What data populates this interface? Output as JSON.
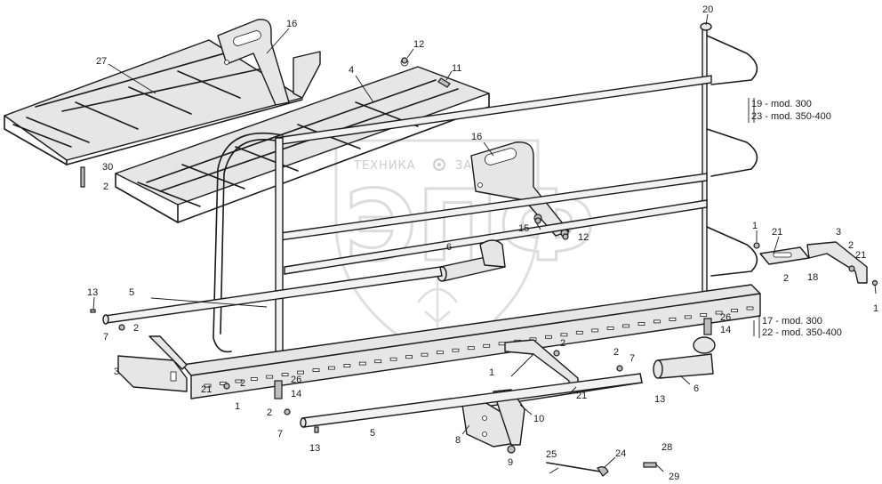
{
  "watermark": {
    "left_text": "ТЕХНИКА",
    "right_text": "ЗАПЧАСТИ",
    "monogram": "ЭПФ"
  },
  "notes": {
    "n19": "19 - mod. 300",
    "n23": "23 - mod. 350-400",
    "n17": "17 - mod. 300",
    "n22": "22 - mod. 350-400"
  },
  "callouts": {
    "c27": "27",
    "c16a": "16",
    "c12a": "12",
    "c4": "4",
    "c11": "11",
    "c20": "20",
    "c30": "30",
    "c2a": "2",
    "c16b": "16",
    "c15": "15",
    "c12b": "12",
    "c6a": "6",
    "c1a": "1",
    "c21a": "21",
    "c3a": "3",
    "c2b": "2",
    "c21b": "21",
    "c18": "18",
    "c2c": "2",
    "c1b": "1",
    "c13a": "13",
    "c5a": "5",
    "c7a": "7",
    "c2d": "2",
    "c3b": "3",
    "c26a": "26",
    "c14a": "14",
    "c2e": "2",
    "c21c": "21",
    "c1c": "1",
    "c26b": "26",
    "c14b": "14",
    "c2f": "2",
    "c7b": "7",
    "c13b": "13",
    "c1d": "1",
    "c21d": "21",
    "c2g": "2",
    "c7c": "7",
    "c13c": "13",
    "c6b": "6",
    "c5b": "5",
    "c8": "8",
    "c10": "10",
    "c9": "9",
    "c25": "25",
    "c24": "24",
    "c28": "28",
    "c29": "29",
    "c2h": "2"
  },
  "icons": [
    "gear-icon"
  ]
}
